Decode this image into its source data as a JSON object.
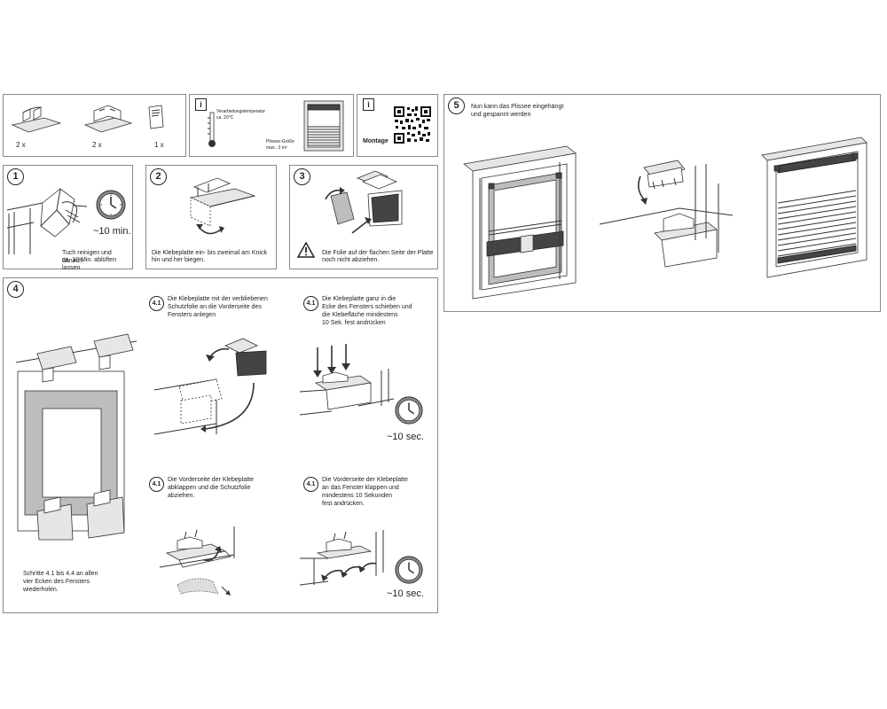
{
  "parts": [
    {
      "qty": "2 x"
    },
    {
      "qty": "2 x"
    },
    {
      "qty": "1 x"
    }
  ],
  "info_temp": {
    "info_icon": "i",
    "temperature_label": "Verarbeitungstemperatur",
    "temperature_value": "ca. 20°C",
    "size_label": "Plissee-Größe",
    "size_value": "max.: 2 m²"
  },
  "info_qr": {
    "info_icon": "i",
    "label": "Montage"
  },
  "step1": {
    "number": "1",
    "time": "~10 min.",
    "text_line1": "Tuch reinigen und danach",
    "text_line2": "ca. 10 Min. ablüften lassen"
  },
  "step2": {
    "number": "2",
    "text_line1": "Die Klebeplatte ein- bis zweimal am Knick",
    "text_line2": "hin und her biegen."
  },
  "step3": {
    "number": "3",
    "text_line1": "Die Folie auf der flachen Seite der Platte",
    "text_line2": "noch nicht abziehen."
  },
  "step4": {
    "number": "4",
    "sub_a": {
      "badge": "4.1",
      "line1": "Die Klebeplatte mit der verbliebenen",
      "line2": "Schutzfolie an die Vorderseite des",
      "line3": "Fensters anlegen"
    },
    "sub_b": {
      "badge": "4.1",
      "line1": "Die Klebeplatte ganz in die",
      "line2": "Ecke des Fensters schieben und",
      "line3": "die Klebefläche mindestens",
      "line4": "10 Sek. fest andrücken",
      "time": "~10 sec."
    },
    "sub_c": {
      "badge": "4.1",
      "line1": "Die Vorderseite der Klebeplatte",
      "line2": "abklappen und die Schutzfolie",
      "line3": "abziehen."
    },
    "sub_d": {
      "badge": "4.1",
      "line1": "Die Vorderseite der Klebeplatte",
      "line2": "an das Fenster klappen und",
      "line3": "mindestens 10 Sekunden",
      "line4": "fest andrücken.",
      "time": "~10 sec."
    },
    "repeat_line1": "Schritte 4.1 bis 4.4 an allen",
    "repeat_line2": "vier Ecken des Fensters",
    "repeat_line3": "wiederholen."
  },
  "step5": {
    "number": "5",
    "text_line1": "Nun kann das Plissee eingehängt",
    "text_line2": "und gespannt werden"
  }
}
